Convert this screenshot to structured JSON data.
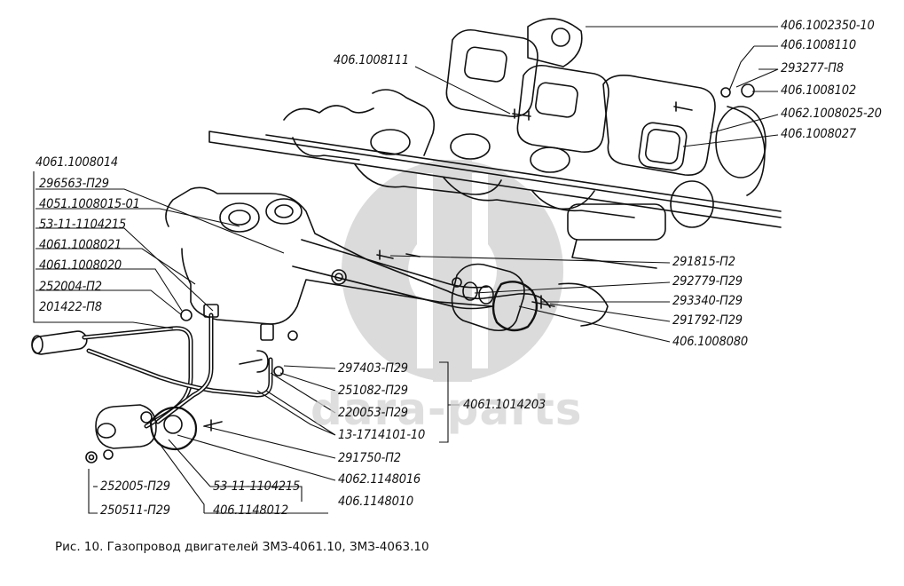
{
  "labels": {
    "l01": "406.1002350-10",
    "l02": "406.1008110",
    "l03": "293277-П8",
    "l04": "406.1008102",
    "l05": "4062.1008025-20",
    "l06": "406.1008027",
    "l07": "406.1008111",
    "l08": "4061.1008014",
    "l09": "296563-П29",
    "l10": "4051.1008015-01",
    "l11": "53-11-1104215",
    "l12": "4061.1008021",
    "l13": "4061.1008020",
    "l14": "252004-П2",
    "l15": "201422-П8",
    "l16": "291815-П2",
    "l17": "292779-П29",
    "l18": "293340-П29",
    "l19": "291792-П29",
    "l20": "406.1008080",
    "l21": "297403-П29",
    "l22": "251082-П29",
    "l23": "220053-П29",
    "l24": "13-1714101-10",
    "l25": "4061.1014203",
    "l26": "291750-П2",
    "l27": "4062.1148016",
    "l28": "252005-П29",
    "l29": "53-11-1104215",
    "l30": "250511-П29",
    "l31": "406.1148012",
    "l32": "406.1148010"
  },
  "caption": "Рис. 10. Газопровод двигателей ЗМЗ-4061.10, ЗМЗ-4063.10",
  "watermark": "dara-parts",
  "colors": {
    "ink": "#111111",
    "watermark": "#d4d4d4"
  }
}
